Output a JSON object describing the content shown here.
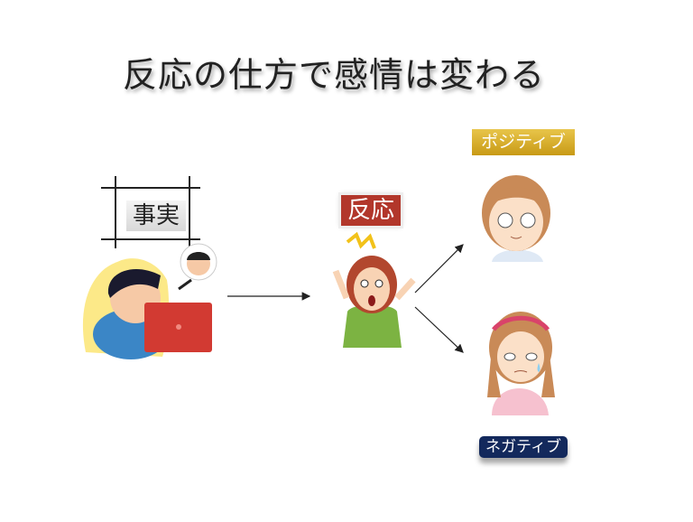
{
  "title": "反応の仕方で感情は変わる",
  "labels": {
    "fact": "事実",
    "reaction": "反応",
    "positive": "ポジティブ",
    "negative": "ネガティブ"
  },
  "colors": {
    "reaction": "#b2372b",
    "positive": "#d4a82a",
    "negative": "#13295c"
  }
}
